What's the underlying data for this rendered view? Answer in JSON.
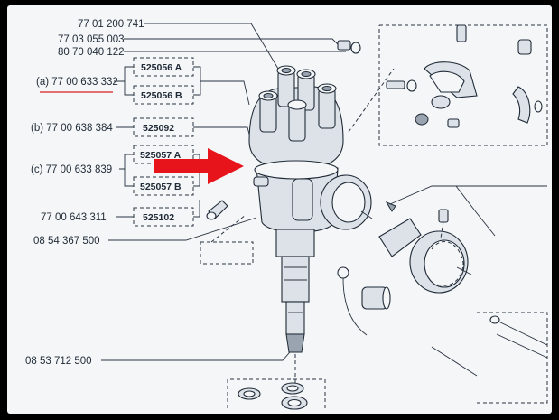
{
  "labels": {
    "p1": "77 01 200 741",
    "p2": "77 03 055 003",
    "p3": "80 70 040 122",
    "pa": "(a) 77 00 633 332",
    "pb": "(b) 77 00 638 384",
    "pc": "(c) 77 00 633 839",
    "p4": "77 00 643 311",
    "p5": "08 54 367 500",
    "p6": "08 53 712 500"
  },
  "boxes": {
    "b1": "525056 A",
    "b2": "525056 B",
    "b3": "525092",
    "b4": "525057 A",
    "b5": "525057 B",
    "b6": "525102"
  },
  "colors": {
    "arrow": "#e8141c",
    "underline": "#d42020"
  }
}
